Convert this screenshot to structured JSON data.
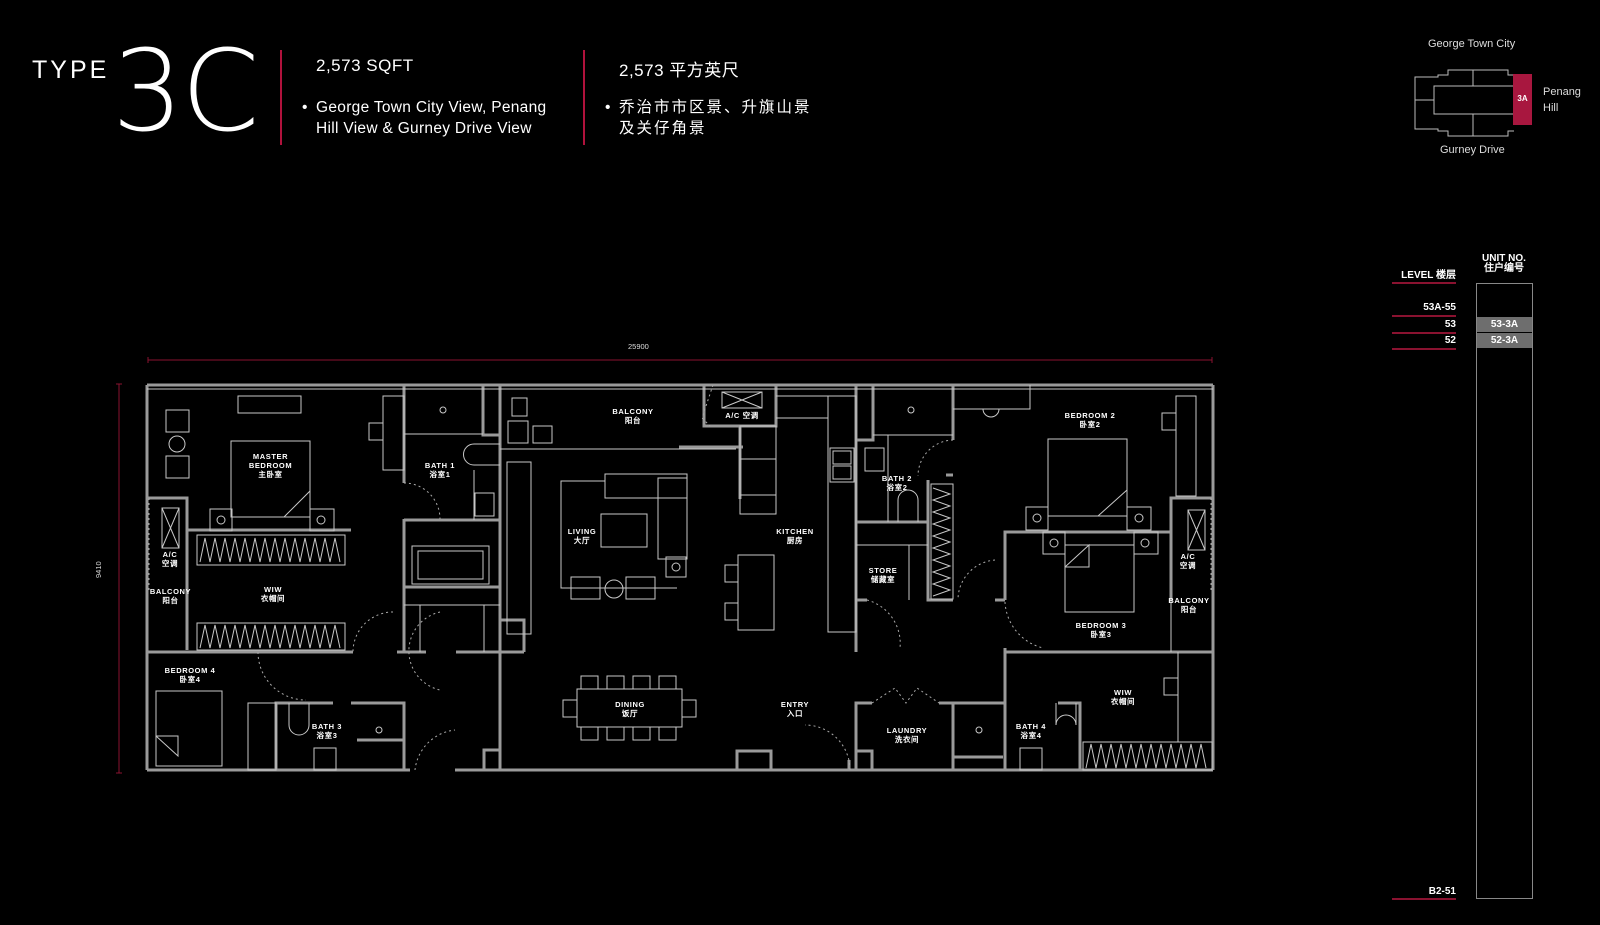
{
  "header": {
    "type_label": "TYPE",
    "type_code": "3C",
    "en": {
      "area": "2,573 SQFT",
      "views_line1": "George Town City View, Penang",
      "views_line2": "Hill View & Gurney Drive View"
    },
    "zh": {
      "area": "2,573 平方英尺",
      "views_line1": "乔治市市区景、升旗山景",
      "views_line2": "及关仔角景"
    },
    "bullet": "•"
  },
  "keyplan": {
    "top_label": "George Town City",
    "bottom_label": "Gurney Drive",
    "right_label_line1": "Penang",
    "right_label_line2": "Hill",
    "unit_highlight": "3A",
    "accent_color": "#a8173f"
  },
  "level_table": {
    "level_header": "LEVEL 楼层",
    "unit_header_line1": "UNIT NO.",
    "unit_header_line2": "住户编号",
    "rows": [
      {
        "level": "53A-55",
        "unit": ""
      },
      {
        "level": "53",
        "unit": "53-3A"
      },
      {
        "level": "52",
        "unit": "52-3A"
      },
      {
        "level": "B2-51",
        "unit": ""
      }
    ]
  },
  "floorplan": {
    "width_dim": "25900",
    "height_dim": "9410",
    "rooms": {
      "master_bedroom": {
        "en1": "MASTER",
        "en2": "BEDROOM",
        "zh": "主卧室"
      },
      "bath1": {
        "en": "BATH 1",
        "zh": "浴室1"
      },
      "ac_left": {
        "en": "A/C",
        "zh": "空调"
      },
      "balcony_left": {
        "en": "BALCONY",
        "zh": "阳台"
      },
      "wiw_left": {
        "en": "WIW",
        "zh": "衣帽间"
      },
      "bedroom4": {
        "en": "BEDROOM 4",
        "zh": "卧室4"
      },
      "bath3": {
        "en": "BATH 3",
        "zh": "浴室3"
      },
      "balcony_top": {
        "en": "BALCONY",
        "zh": "阳台"
      },
      "ac_top": {
        "en": "A/C 空调"
      },
      "living": {
        "en": "LIVING",
        "zh": "大厅"
      },
      "kitchen": {
        "en": "KITCHEN",
        "zh": "厨房"
      },
      "dining": {
        "en": "DINING",
        "zh": "饭厅"
      },
      "entry": {
        "en": "ENTRY",
        "zh": "入口"
      },
      "bath2": {
        "en": "BATH 2",
        "zh": "浴室2"
      },
      "store": {
        "en": "STORE",
        "zh": "储藏室"
      },
      "bedroom2": {
        "en": "BEDROOM 2",
        "zh": "卧室2"
      },
      "bedroom3": {
        "en": "BEDROOM 3",
        "zh": "卧室3"
      },
      "ac_right": {
        "en": "A/C",
        "zh": "空调"
      },
      "balcony_right": {
        "en": "BALCONY",
        "zh": "阳台"
      },
      "wiw_right": {
        "en": "WIW",
        "zh": "衣帽间"
      },
      "laundry": {
        "en": "LAUNDRY",
        "zh": "洗衣间"
      },
      "bath4": {
        "en": "BATH 4",
        "zh": "浴室4"
      }
    }
  }
}
